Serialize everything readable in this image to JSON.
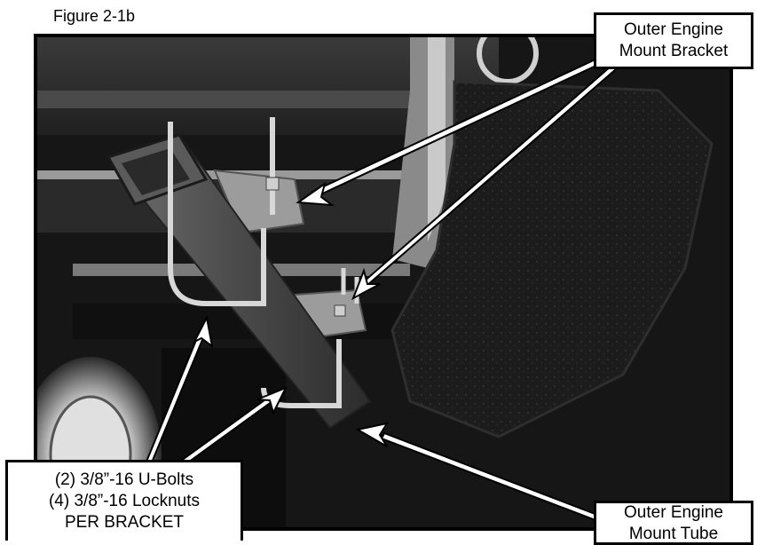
{
  "figure": {
    "title": "Figure 2-1b"
  },
  "callouts": {
    "bracket": {
      "line1": "Outer Engine",
      "line2": "Mount Bracket"
    },
    "tube": {
      "line1": "Outer Engine",
      "line2": "Mount Tube"
    },
    "hardware": {
      "line1": "(2) 3/8”-16 U-Bolts",
      "line2": "(4) 3/8”-16 Locknuts",
      "line3": "PER BRACKET"
    }
  }
}
